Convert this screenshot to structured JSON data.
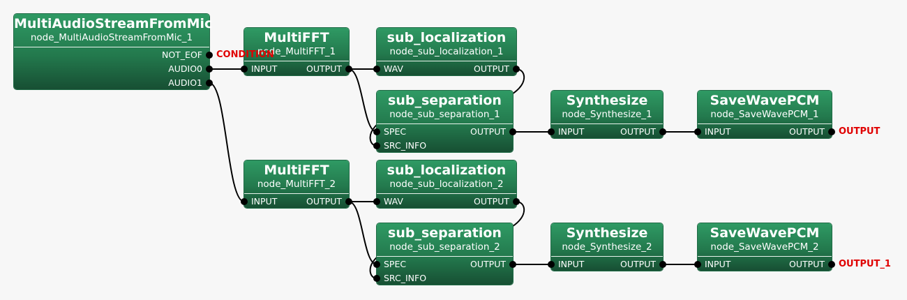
{
  "nodes": [
    {
      "id": "mic",
      "title": "MultiAudioStreamFromMic",
      "name": "node_MultiAudioStreamFromMic_1",
      "inputs": [],
      "outputs": [
        "NOT_EOF",
        "AUDIO0",
        "AUDIO1"
      ]
    },
    {
      "id": "fft1",
      "title": "MultiFFT",
      "name": "node_MultiFFT_1",
      "inputs": [
        "INPUT"
      ],
      "outputs": [
        "OUTPUT"
      ]
    },
    {
      "id": "loc1",
      "title": "sub_localization",
      "name": "node_sub_localization_1",
      "inputs": [
        "WAV"
      ],
      "outputs": [
        "OUTPUT"
      ]
    },
    {
      "id": "sep1",
      "title": "sub_separation",
      "name": "node_sub_separation_1",
      "inputs": [
        "SPEC",
        "SRC_INFO"
      ],
      "outputs": [
        "OUTPUT"
      ]
    },
    {
      "id": "syn1",
      "title": "Synthesize",
      "name": "node_Synthesize_1",
      "inputs": [
        "INPUT"
      ],
      "outputs": [
        "OUTPUT"
      ]
    },
    {
      "id": "save1",
      "title": "SaveWavePCM",
      "name": "node_SaveWavePCM_1",
      "inputs": [
        "INPUT"
      ],
      "outputs": [
        "OUTPUT"
      ]
    },
    {
      "id": "fft2",
      "title": "MultiFFT",
      "name": "node_MultiFFT_2",
      "inputs": [
        "INPUT"
      ],
      "outputs": [
        "OUTPUT"
      ]
    },
    {
      "id": "loc2",
      "title": "sub_localization",
      "name": "node_sub_localization_2",
      "inputs": [
        "WAV"
      ],
      "outputs": [
        "OUTPUT"
      ]
    },
    {
      "id": "sep2",
      "title": "sub_separation",
      "name": "node_sub_separation_2",
      "inputs": [
        "SPEC",
        "SRC_INFO"
      ],
      "outputs": [
        "OUTPUT"
      ]
    },
    {
      "id": "syn2",
      "title": "Synthesize",
      "name": "node_Synthesize_2",
      "inputs": [
        "INPUT"
      ],
      "outputs": [
        "OUTPUT"
      ]
    },
    {
      "id": "save2",
      "title": "SaveWavePCM",
      "name": "node_SaveWavePCM_2",
      "inputs": [
        "INPUT"
      ],
      "outputs": [
        "OUTPUT"
      ]
    }
  ],
  "connections": [
    {
      "from": "mic.AUDIO0",
      "to": "fft1.INPUT"
    },
    {
      "from": "mic.AUDIO1",
      "to": "fft2.INPUT"
    },
    {
      "from": "fft1.OUTPUT",
      "to": "loc1.WAV"
    },
    {
      "from": "fft1.OUTPUT",
      "to": "sep1.SPEC"
    },
    {
      "from": "loc1.OUTPUT",
      "to": "sep1.SRC_INFO"
    },
    {
      "from": "sep1.OUTPUT",
      "to": "syn1.INPUT"
    },
    {
      "from": "syn1.OUTPUT",
      "to": "save1.INPUT"
    },
    {
      "from": "fft2.OUTPUT",
      "to": "loc2.WAV"
    },
    {
      "from": "fft2.OUTPUT",
      "to": "sep2.SPEC"
    },
    {
      "from": "loc2.OUTPUT",
      "to": "sep2.SRC_INFO"
    },
    {
      "from": "sep2.OUTPUT",
      "to": "syn2.INPUT"
    },
    {
      "from": "syn2.OUTPUT",
      "to": "save2.INPUT"
    }
  ],
  "external_outputs": [
    {
      "port": "mic.NOT_EOF",
      "label": "CONDITION"
    },
    {
      "port": "save1.OUTPUT",
      "label": "OUTPUT"
    },
    {
      "port": "save2.OUTPUT",
      "label": "OUTPUT_1"
    }
  ],
  "colors": {
    "node_top": "#2f9a64",
    "node_bottom": "#174f33",
    "wire": "#000000",
    "external_label": "#e00000",
    "background": "#f7f7f7"
  }
}
